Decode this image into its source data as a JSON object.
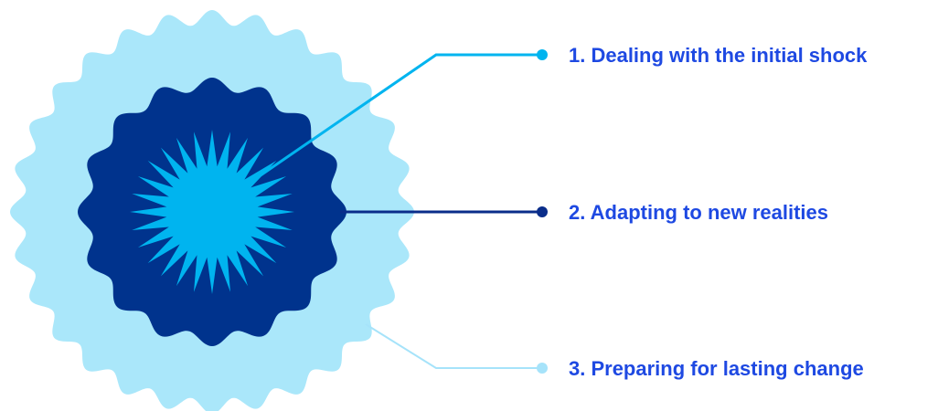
{
  "stages": [
    {
      "label": "1. Dealing with the initial shock",
      "color": "#00b4ef"
    },
    {
      "label": "2. Adapting to new realities",
      "color": "#0a2d8a"
    },
    {
      "label": "3. Preparing for lasting change",
      "color": "#a6e3fa"
    }
  ],
  "colors": {
    "outer_ring": "#aae7fa",
    "middle_ring": "#00338d",
    "core": "#00b4ef",
    "label_text": "#1e49e2"
  }
}
